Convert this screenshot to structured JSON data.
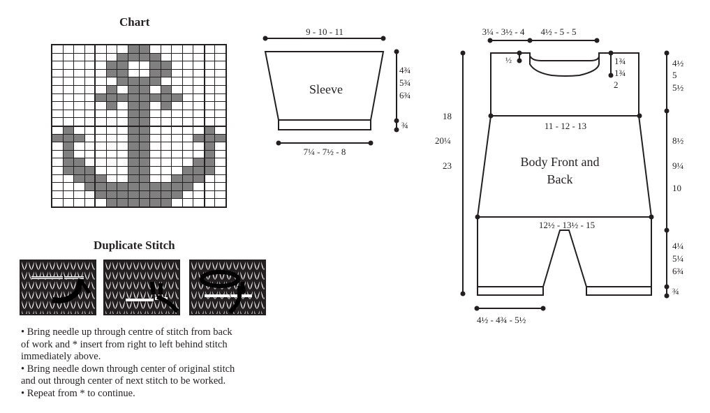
{
  "chart": {
    "title": "Chart",
    "colors": {
      "motif": "#808080",
      "background": "#ffffff",
      "grid": "#231f20"
    },
    "columns": 16,
    "rows": [
      "0000000110000000",
      "0000001111000000",
      "0000011001100000",
      "0000011001100000",
      "0000001111000000",
      "0000010110100000",
      "0000111111110000",
      "0000010110100000",
      "0000000110000000",
      "0000000110000000",
      "0100000110000010",
      "1110000110000111",
      "0100000110000010",
      "0100000110000010",
      "0110000110000110",
      "0111000110001110",
      "0011100110011100",
      "0001111111111000",
      "0000111111110000",
      "0000011111100000"
    ]
  },
  "duplicate_stitch": {
    "title": "Duplicate Stitch",
    "instructions": [
      "•  Bring needle up through centre of stitch from back",
      "of work and * insert from right to left behind stitch",
      "immediately above.",
      "•  Bring needle down through center of original stitch",
      "and out through center of next stitch to be worked.",
      "•  Repeat from * to continue."
    ]
  },
  "sleeve": {
    "label": "Sleeve",
    "top_width": "9 - 10 - 11",
    "bottom_width": "7¼ - 7½ - 8",
    "length": [
      "4¾",
      "5¾",
      "6¾"
    ],
    "cuff": "¾"
  },
  "body": {
    "label_line1": "Body Front and",
    "label_line2": "Back",
    "shoulder_width": "3¼ - 3½ - 4",
    "neck_width": "4½ - 5 - 5",
    "back_neck_depth": "½",
    "front_neck_depth": [
      "1¾",
      "1¾",
      "2"
    ],
    "yoke_depth": [
      "4½",
      "5",
      "5½"
    ],
    "chest_width": "11 - 12 - 13",
    "body_depth": [
      "8½",
      "9¼",
      "10"
    ],
    "hip_width": "12½ - 13½ - 15",
    "leg_length": [
      "4¼",
      "5¼",
      "6¾"
    ],
    "leg_cuff": "¾",
    "leg_width": "4½ - 4¾ - 5½",
    "total_length": [
      "18",
      "20¼",
      "23"
    ]
  }
}
